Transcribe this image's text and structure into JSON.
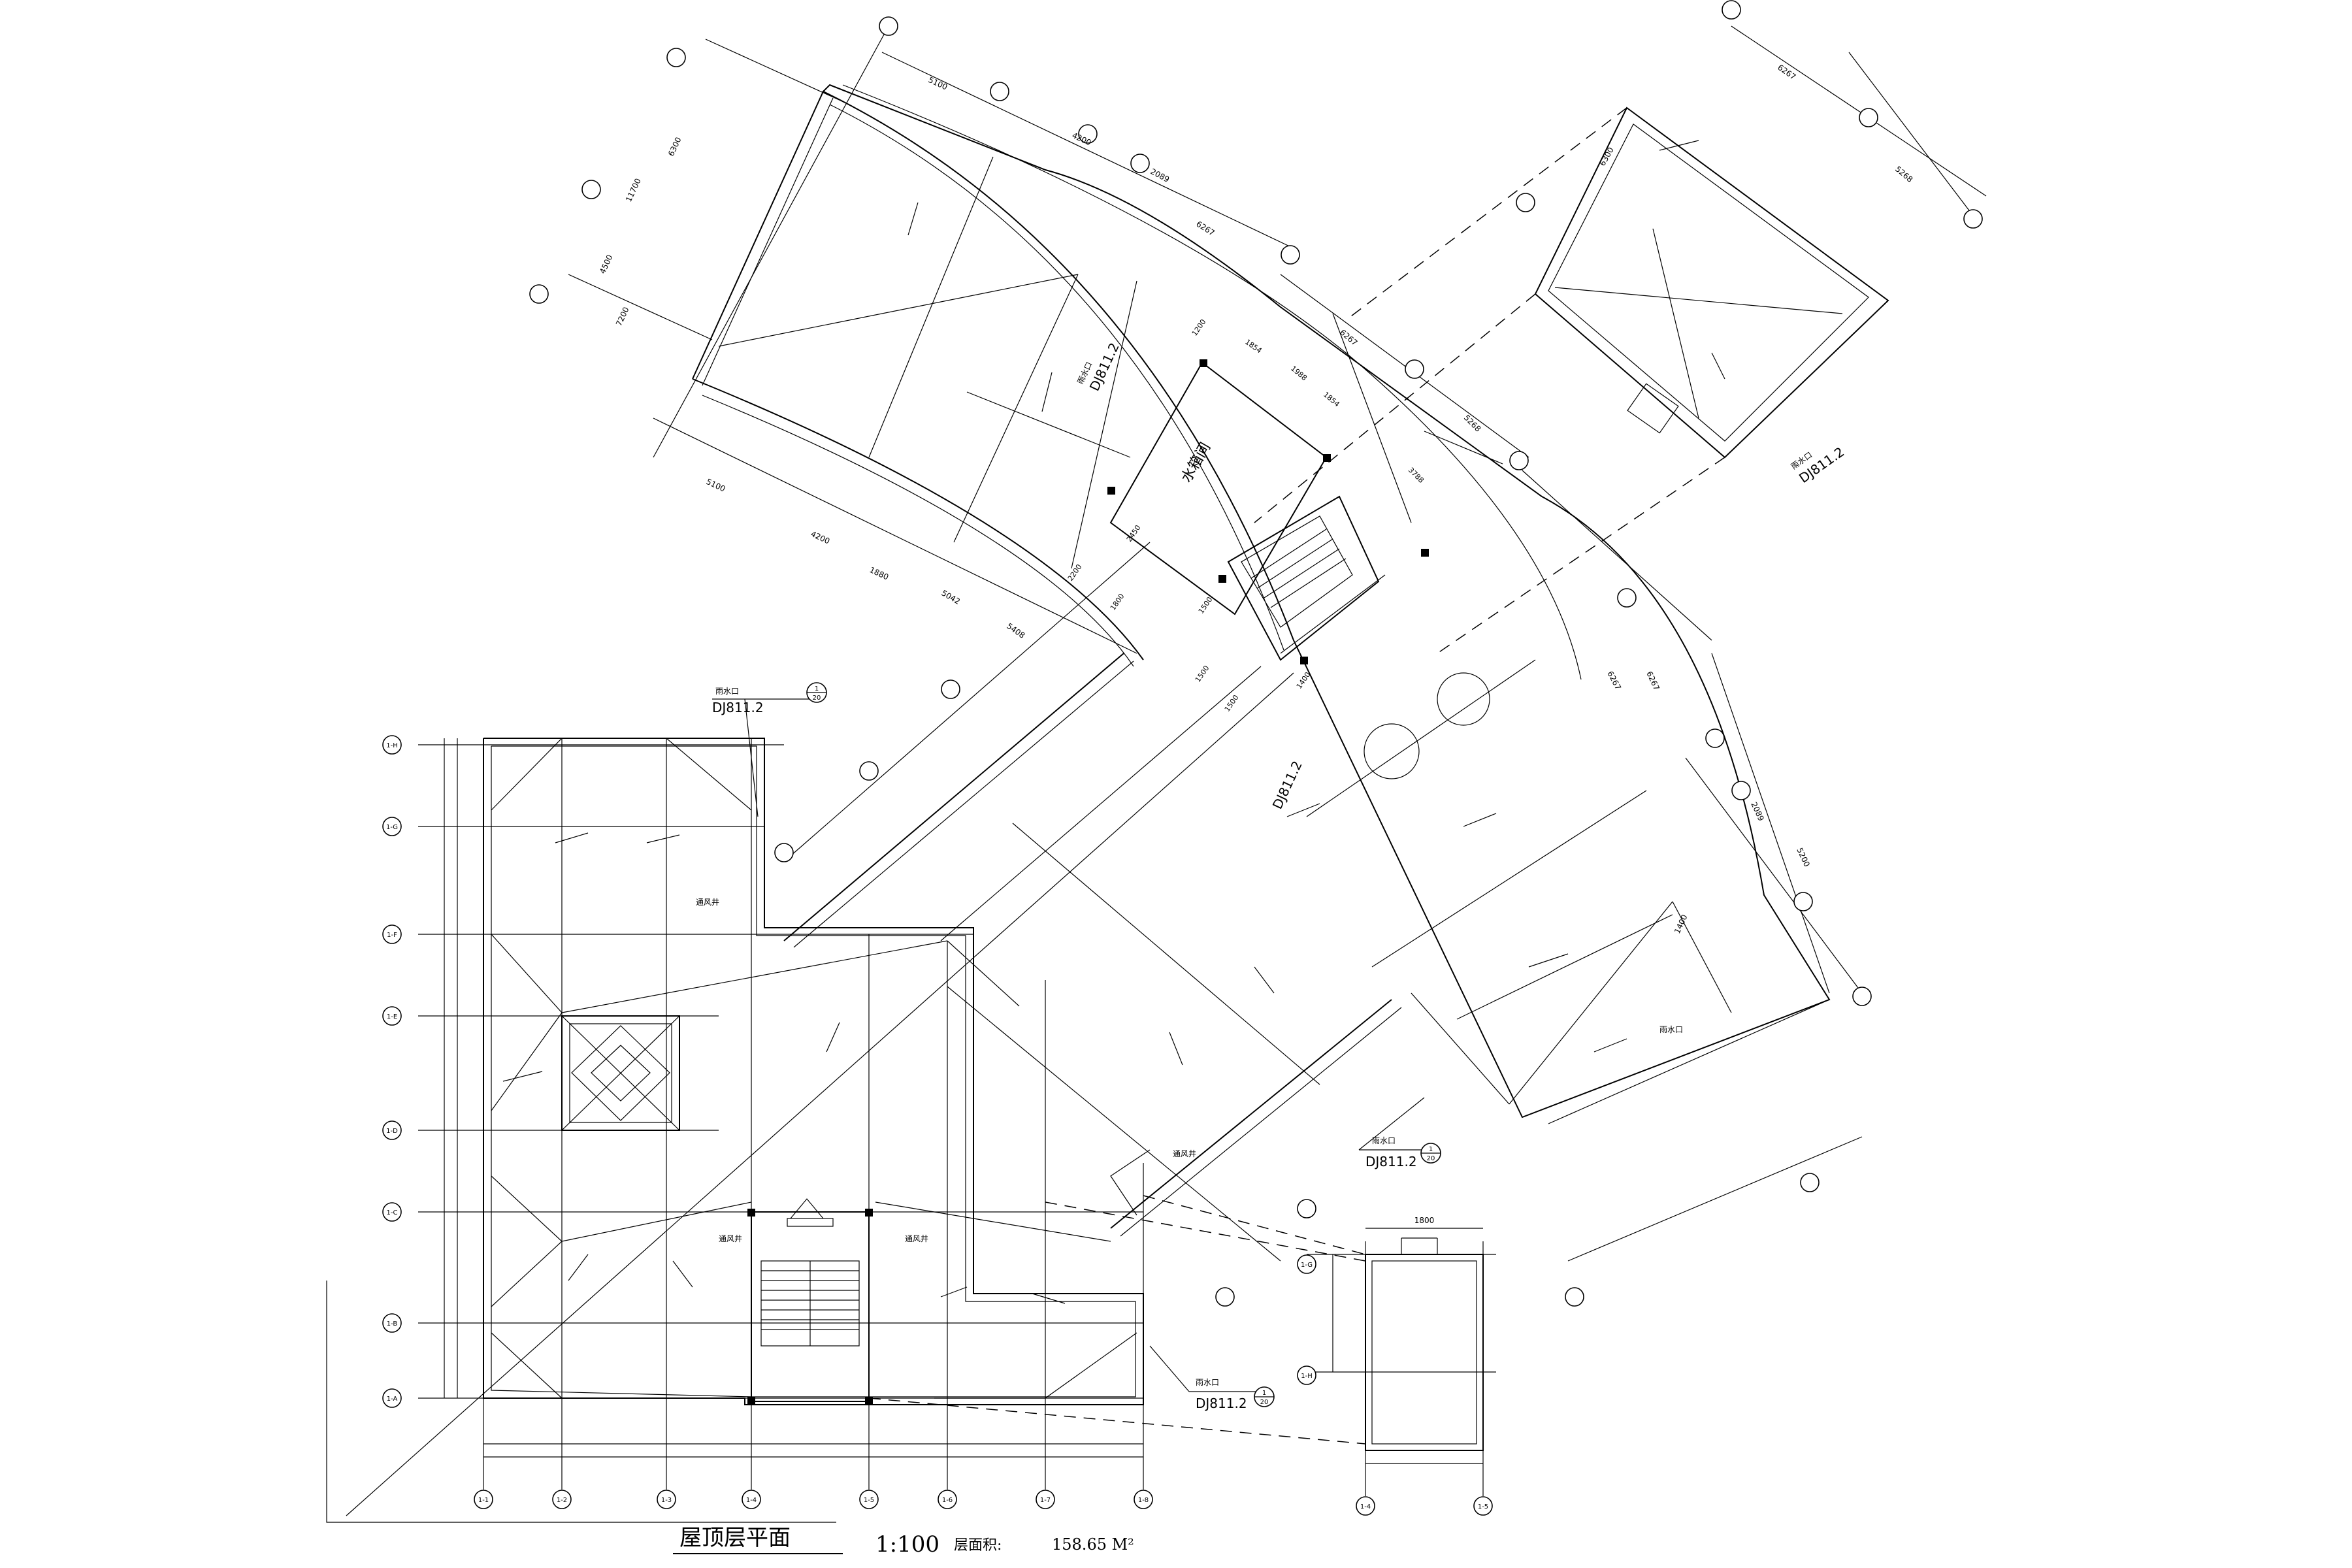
{
  "title": {
    "name": "屋顶层平面",
    "scale": "1:100",
    "area_label": "层面积:",
    "area_value": "158.65 M²"
  },
  "bottom_axes": [
    "1-1",
    "1-2",
    "1-3",
    "1-4",
    "1-5",
    "1-6",
    "1-7",
    "1-8"
  ],
  "left_axes": [
    "1-A",
    "1-B",
    "1-C",
    "1-D",
    "1-E",
    "1-F",
    "1-G",
    "1-H"
  ],
  "small_block_axes": {
    "left": [
      "1-G",
      "1-H"
    ],
    "bottom": [
      "1-4",
      "1-5"
    ],
    "width_dim": "1800"
  },
  "upper_dims_top": [
    "5100",
    "4200",
    "2089",
    "6267",
    "6267",
    "6267"
  ],
  "upper_dims_side": [
    "6300",
    "11700",
    "4500",
    "7200"
  ],
  "upper_dims_bottom": [
    "5100",
    "4200",
    "1880",
    "5042",
    "5408"
  ],
  "inner_dims": [
    "1200",
    "1854",
    "1988",
    "1854",
    "3788",
    "2450",
    "2200",
    "1800",
    "1500",
    "1500",
    "1500",
    "1400"
  ],
  "right_wing_dims": [
    "6267",
    "5268",
    "5200",
    "2089",
    "1400"
  ],
  "right_block_dims": [
    "6267",
    "5268",
    "6300"
  ],
  "room_label": "水箱间",
  "notes": {
    "downpipe": "雨水口",
    "vent": "通风井",
    "detail_ref": "DJ811.2",
    "detail_no": "1",
    "detail_sheet": "20"
  }
}
